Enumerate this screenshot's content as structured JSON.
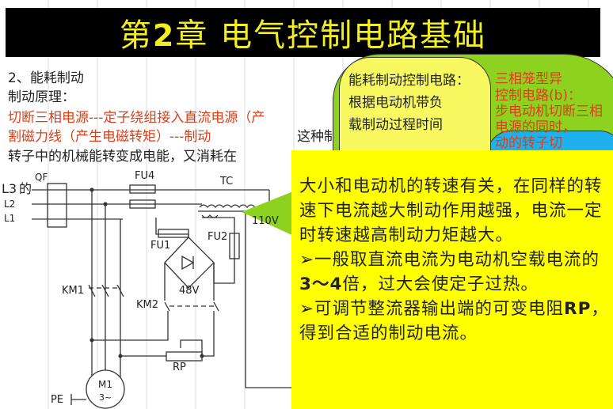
{
  "title": {
    "prefix": "第",
    "num": "2",
    "rest": "章 电气控制电路基础"
  },
  "left": {
    "heading": "2、能耗制动",
    "principle_label": "制动原理：",
    "red_line1": "切断三相电源---定子绕组接入直流电源（产",
    "red_line2": "割磁力线（产生电磁转矩）---制动",
    "line2_tail": "这种制",
    "line3": "转子中的机械能转变成电能，又消耗在",
    "line4": "的"
  },
  "callout_small": {
    "lines": [
      "能耗制动控制电路：",
      "根据电动机带负",
      "载制动过程时间"
    ],
    "red_right": "三相笼型异",
    "red_overlay": [
      "控制电路(b)：",
      "步电动机切断三相电源的同时，",
      "                动的转子切"
    ]
  },
  "circuit": {
    "labels": {
      "qf": "QF",
      "l3": "L3",
      "l2": "L2",
      "l1": "L1",
      "fu4": "FU4",
      "tc": "TC",
      "fu1": "FU1",
      "fu2": "FU2",
      "v110": "110V",
      "km1": "KM1",
      "km2": "KM2",
      "v48": "48V",
      "rp": "RP",
      "m1": "M1",
      "phase": "3~",
      "pe": "PE"
    }
  },
  "callout_big": {
    "p1": "大小和电动机的转速有关，在同样的转速下电流越大制动作用越强，电流一定时转速越高制动力矩越大。",
    "p2_a": "➢一般取直流电流为电动机空载电流的",
    "p2_b": "3～4",
    "p2_c": "倍，过大会使定子过热。",
    "p3_a": "➢可调节整流器输出端的可变电阻",
    "p3_b": "RP",
    "p3_c": "，得到合适的制动电流。"
  },
  "colors": {
    "title_bg": "#000000",
    "title_text": "#f2ee22",
    "callout_yellow": "#ffff00",
    "green": "#8cd21e",
    "blue": "#1fb0ee",
    "red_text": "#d8401a"
  }
}
